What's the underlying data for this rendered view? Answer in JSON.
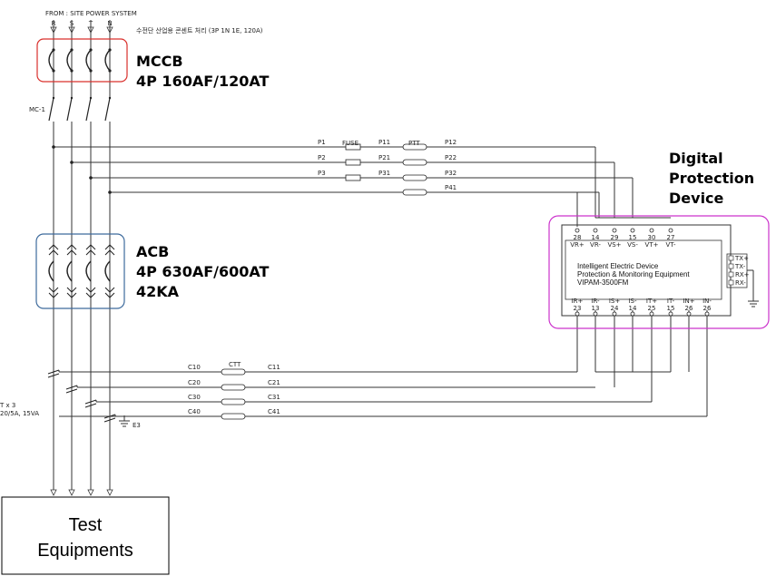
{
  "header": {
    "source": "FROM : SITE POWER SYSTEM",
    "note": "수전단 산업용 콘센트 처리 (3P 1N 1E, 120A)",
    "phases": [
      "R",
      "S",
      "T",
      "N"
    ]
  },
  "mccb": {
    "name": "MCCB",
    "rating": "4P 160AF/120AT",
    "color": "#d9302c"
  },
  "mc": {
    "label": "MC-1"
  },
  "acb": {
    "name": "ACB",
    "rating": "4P 630AF/600AT",
    "breaking": "42KA",
    "color": "#3d6a9c"
  },
  "ptt": {
    "fuse_label": "FUSE",
    "ptt_label": "PTT",
    "lines": [
      {
        "in": "P1",
        "out": "P11",
        "right": "P12"
      },
      {
        "in": "P2",
        "out": "P21",
        "right": "P22"
      },
      {
        "in": "P3",
        "out": "P31",
        "right": "P32"
      },
      {
        "in": "",
        "out": "",
        "right": "P41"
      }
    ]
  },
  "ctt": {
    "ctt_label": "CTT",
    "lines": [
      {
        "in": "C10",
        "out": "C11"
      },
      {
        "in": "C20",
        "out": "C21"
      },
      {
        "in": "C30",
        "out": "C31"
      },
      {
        "in": "C40",
        "out": "C41"
      }
    ],
    "ct_label_1": "T x 3",
    "ct_label_2": "20/5A, 15VA",
    "earth_label": "E3"
  },
  "device": {
    "heading_1": "Digital",
    "heading_2": "Protection",
    "heading_3": "Device",
    "line_1": "Intelligent Electric Device",
    "line_2": "Protection & Monitoring Equipment",
    "line_3": "VIPAM-3500FM",
    "top_terminals": [
      "28",
      "14",
      "29",
      "15",
      "30",
      "27"
    ],
    "top_labels": [
      "VR+",
      "VR-",
      "VS+",
      "VS-",
      "VT+",
      "VT-"
    ],
    "bottom_terminals": [
      "23",
      "13",
      "24",
      "14",
      "25",
      "15",
      "26",
      "26"
    ],
    "bottom_labels": [
      "IR+",
      "IR-",
      "IS+",
      "IS-",
      "IT+",
      "IT-",
      "IN+",
      "IN-"
    ],
    "comm_labels": [
      "TX+",
      "TX-",
      "RX+",
      "RX-"
    ],
    "color": "#cc33cc"
  },
  "load": {
    "line_1": "Test",
    "line_2": "Equipments"
  }
}
